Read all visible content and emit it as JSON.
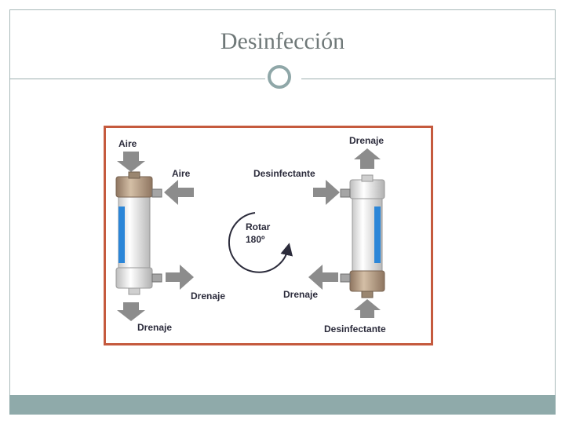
{
  "slide": {
    "title": "Desinfección"
  },
  "diagram": {
    "left_column": {
      "top_label": "Aire",
      "side_top_label": "Aire",
      "side_bottom_label": "Drenaje",
      "bottom_label": "Drenaje"
    },
    "right_column": {
      "top_label": "Drenaje",
      "side_top_label": "Desinfectante",
      "side_bottom_label": "Drenaje",
      "bottom_label": "Desinfectante"
    },
    "rotation": {
      "line1": "Rotar",
      "line2": "180º"
    }
  },
  "colors": {
    "frame_border": "#c55a3e",
    "arrow": "#8c8c8c",
    "window": "#2b86d8",
    "cap": "#a89078",
    "accent_bar": "#8faaaa"
  }
}
